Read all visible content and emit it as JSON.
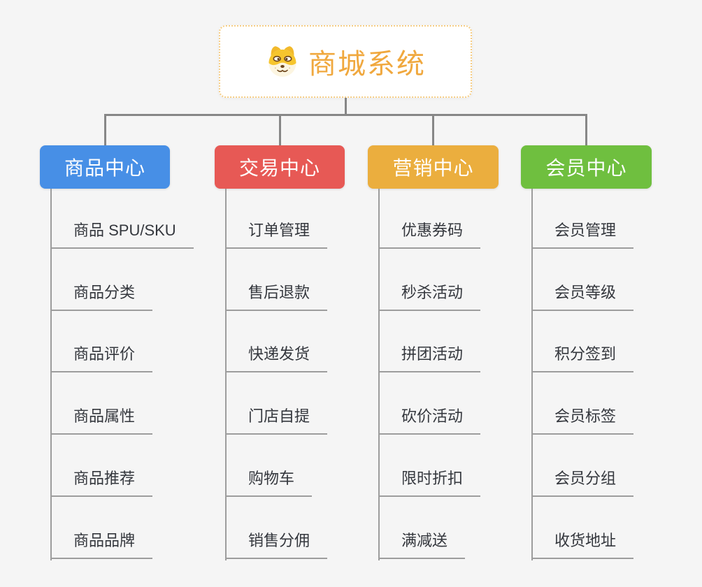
{
  "root": {
    "title": "商城系统",
    "icon": "doge-icon"
  },
  "branches": [
    {
      "label": "商品中心",
      "color": "#478fe6",
      "items": [
        "商品 SPU/SKU",
        "商品分类",
        "商品评价",
        "商品属性",
        "商品推荐",
        "商品品牌"
      ]
    },
    {
      "label": "交易中心",
      "color": "#e75955",
      "items": [
        "订单管理",
        "售后退款",
        "快递发货",
        "门店自提",
        "购物车",
        "销售分佣"
      ]
    },
    {
      "label": "营销中心",
      "color": "#ebae3e",
      "items": [
        "优惠券码",
        "秒杀活动",
        "拼团活动",
        "砍价活动",
        "限时折扣",
        "满减送"
      ]
    },
    {
      "label": "会员中心",
      "color": "#6fbf3f",
      "items": [
        "会员管理",
        "会员等级",
        "积分签到",
        "会员标签",
        "会员分组",
        "收货地址"
      ]
    }
  ],
  "colors": {
    "background": "#f5f5f5",
    "root_accent": "#f0a83e",
    "root_border": "#f6cd84",
    "connector": "#878787",
    "leaf_line": "#9d9d9d",
    "leaf_text": "#34373d"
  }
}
